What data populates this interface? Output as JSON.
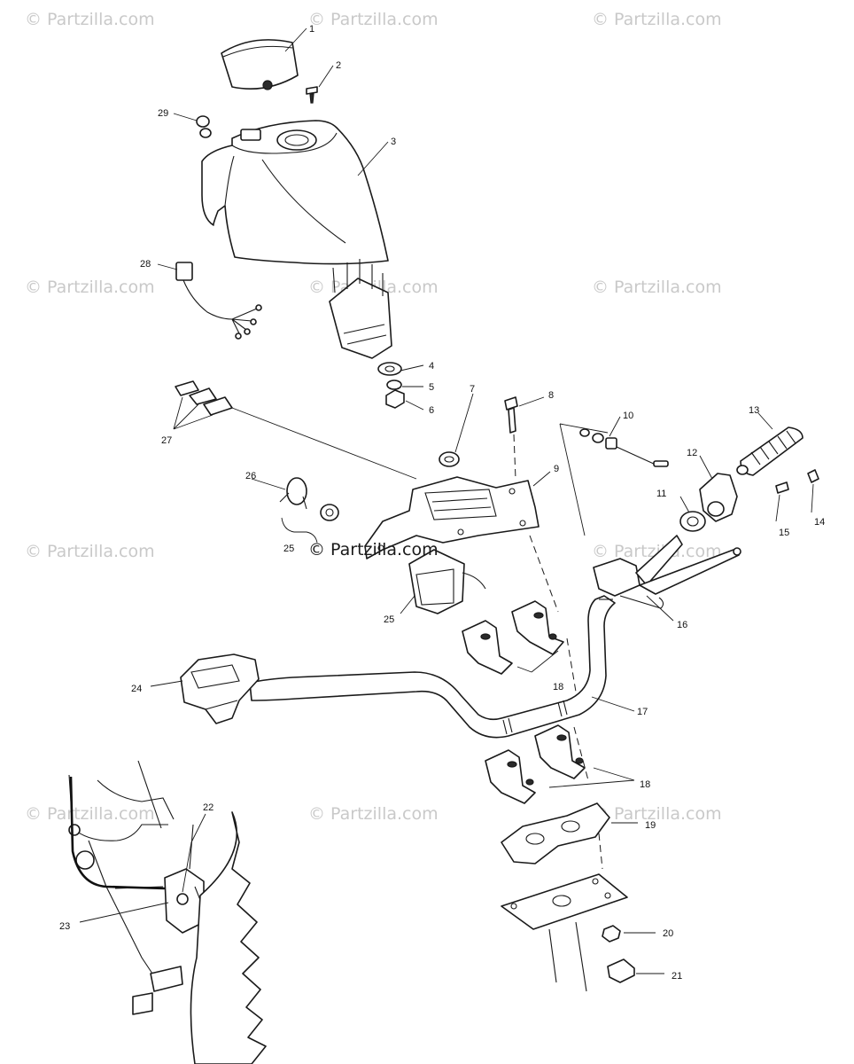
{
  "watermarks": {
    "text": "© Partzilla.com",
    "center_text": "© Partzilla.com"
  },
  "callouts": {
    "c1": "1",
    "c2": "2",
    "c3": "3",
    "c4": "4",
    "c5": "5",
    "c6": "6",
    "c7": "7",
    "c8": "8",
    "c9": "9",
    "c10": "10",
    "c11": "11",
    "c12": "12",
    "c13": "13",
    "c14": "14",
    "c15": "15",
    "c16": "16",
    "c17": "17",
    "c18a": "18",
    "c18b": "18",
    "c19": "19",
    "c20": "20",
    "c21": "21",
    "c22": "22",
    "c23": "23",
    "c24": "24",
    "c25a": "25",
    "c25b": "25",
    "c26": "26",
    "c27": "27",
    "c28": "28",
    "c29": "29"
  },
  "colors": {
    "line": "#1a1a1a",
    "watermark": "#c9c9c9",
    "background": "#ffffff"
  }
}
